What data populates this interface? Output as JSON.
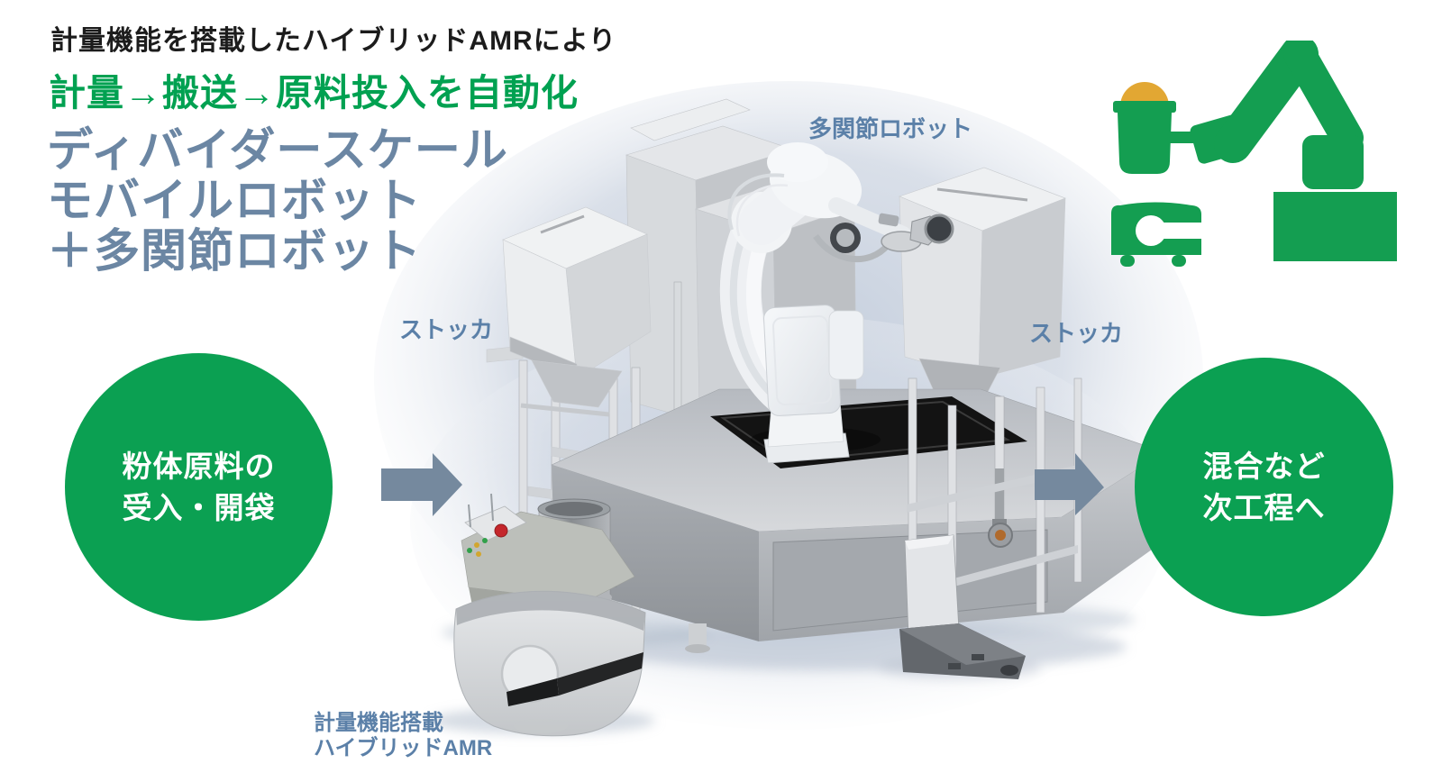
{
  "header": {
    "subtitle": "計量機能を搭載したハイブリッドAMRにより",
    "highlight": "計量→搬送→原料投入を自動化"
  },
  "title": {
    "line1": "ディバイダースケール",
    "line2": "モバイルロボット",
    "line3": "＋多関節ロボット"
  },
  "machine_labels": {
    "articulated_robot": "多関節ロボット",
    "stocker_left": "ストッカ",
    "stocker_right": "ストッカ",
    "hybrid_amr_line1": "計量機能搭載",
    "hybrid_amr_line2": "ハイブリッドAMR"
  },
  "process_steps": {
    "input": {
      "line1": "粉体原料の",
      "line2": "受入・開袋"
    },
    "output": {
      "line1": "混合など",
      "line2": "次工程へ"
    }
  },
  "icons": {
    "flow_arrow_left": "arrow-right",
    "flow_arrow_right": "arrow-right",
    "pictogram": "robot-arm-and-amr"
  },
  "colors": {
    "green": "#0BA052",
    "icon_green": "#149E51",
    "icon_yellow": "#E2A733",
    "title_blue": "#6B86A3",
    "label_blue": "#5B80A8",
    "arrow_gray": "#75899E",
    "text_black": "#1C1C1C",
    "backdrop_blue": "#C5CFDD"
  }
}
